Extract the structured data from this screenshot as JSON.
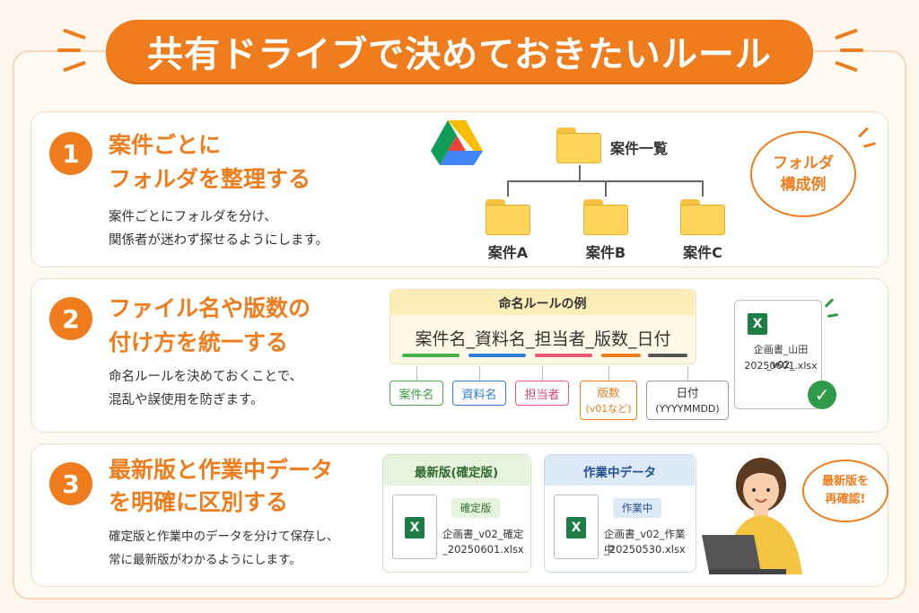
{
  "title": "共有ドライブで決めておきたいルール",
  "sections": [
    {
      "number": "1",
      "heading_line1": "案件ごとに",
      "heading_line2": "フォルダを整理する",
      "desc_line1": "案件ごとにフォルダを分け、",
      "desc_line2": "関係者が迷わず探せるようにします。"
    },
    {
      "number": "2",
      "heading_line1": "ファイル名や版数の",
      "heading_line2": "付け方を統一する",
      "desc_line1": "命名ルールを決めておくことで、",
      "desc_line2": "混乱や誤使用を防ぎます。"
    },
    {
      "number": "3",
      "heading_line1": "最新版と作業中データ",
      "heading_line2": "を明確に区別する",
      "desc_line1": "確定版と作業中のデータを分けて保存し、",
      "desc_line2": "常に最新版がわかるようにします。"
    }
  ],
  "folder_tree": {
    "root": "案件一覧",
    "children": [
      "案件A",
      "案件B",
      "案件C"
    ],
    "bubble_line1": "フォルダ",
    "bubble_line2": "構成例"
  },
  "naming": {
    "box_title": "命名ルールの例",
    "parts": [
      {
        "text": "案件名",
        "color": "#4caf50"
      },
      {
        "text": "資料名",
        "color": "#2f7bd6"
      },
      {
        "text": "担当者",
        "color": "#e8567c"
      },
      {
        "text": "版数",
        "color": "#ef7d1d"
      },
      {
        "text": "日付",
        "color": "#555555"
      }
    ],
    "separator": "_",
    "tag_version_sub": "(v01など)",
    "tag_date_sub": "(YYYYMMDD)",
    "example_file_line1": "企画書_山田_v02_",
    "example_file_line2": "20250601.xlsx"
  },
  "versions": {
    "final_title": "最新版(確定版)",
    "final_badge": "確定版",
    "final_file_line1": "企画書_v02_確定",
    "final_file_line2": "_20250601.xlsx",
    "wip_title": "作業中データ",
    "wip_badge": "作業中",
    "wip_file_line1": "企画書_v02_作業中",
    "wip_file_line2": "_20250530.xlsx",
    "reminder_line1": "最新版を",
    "reminder_line2": "再確認!"
  },
  "excel_icon": "X",
  "colors": {
    "accent": "#ef7d1d",
    "final_header": "#e6f3dd",
    "wip_header": "#dde9f7"
  }
}
